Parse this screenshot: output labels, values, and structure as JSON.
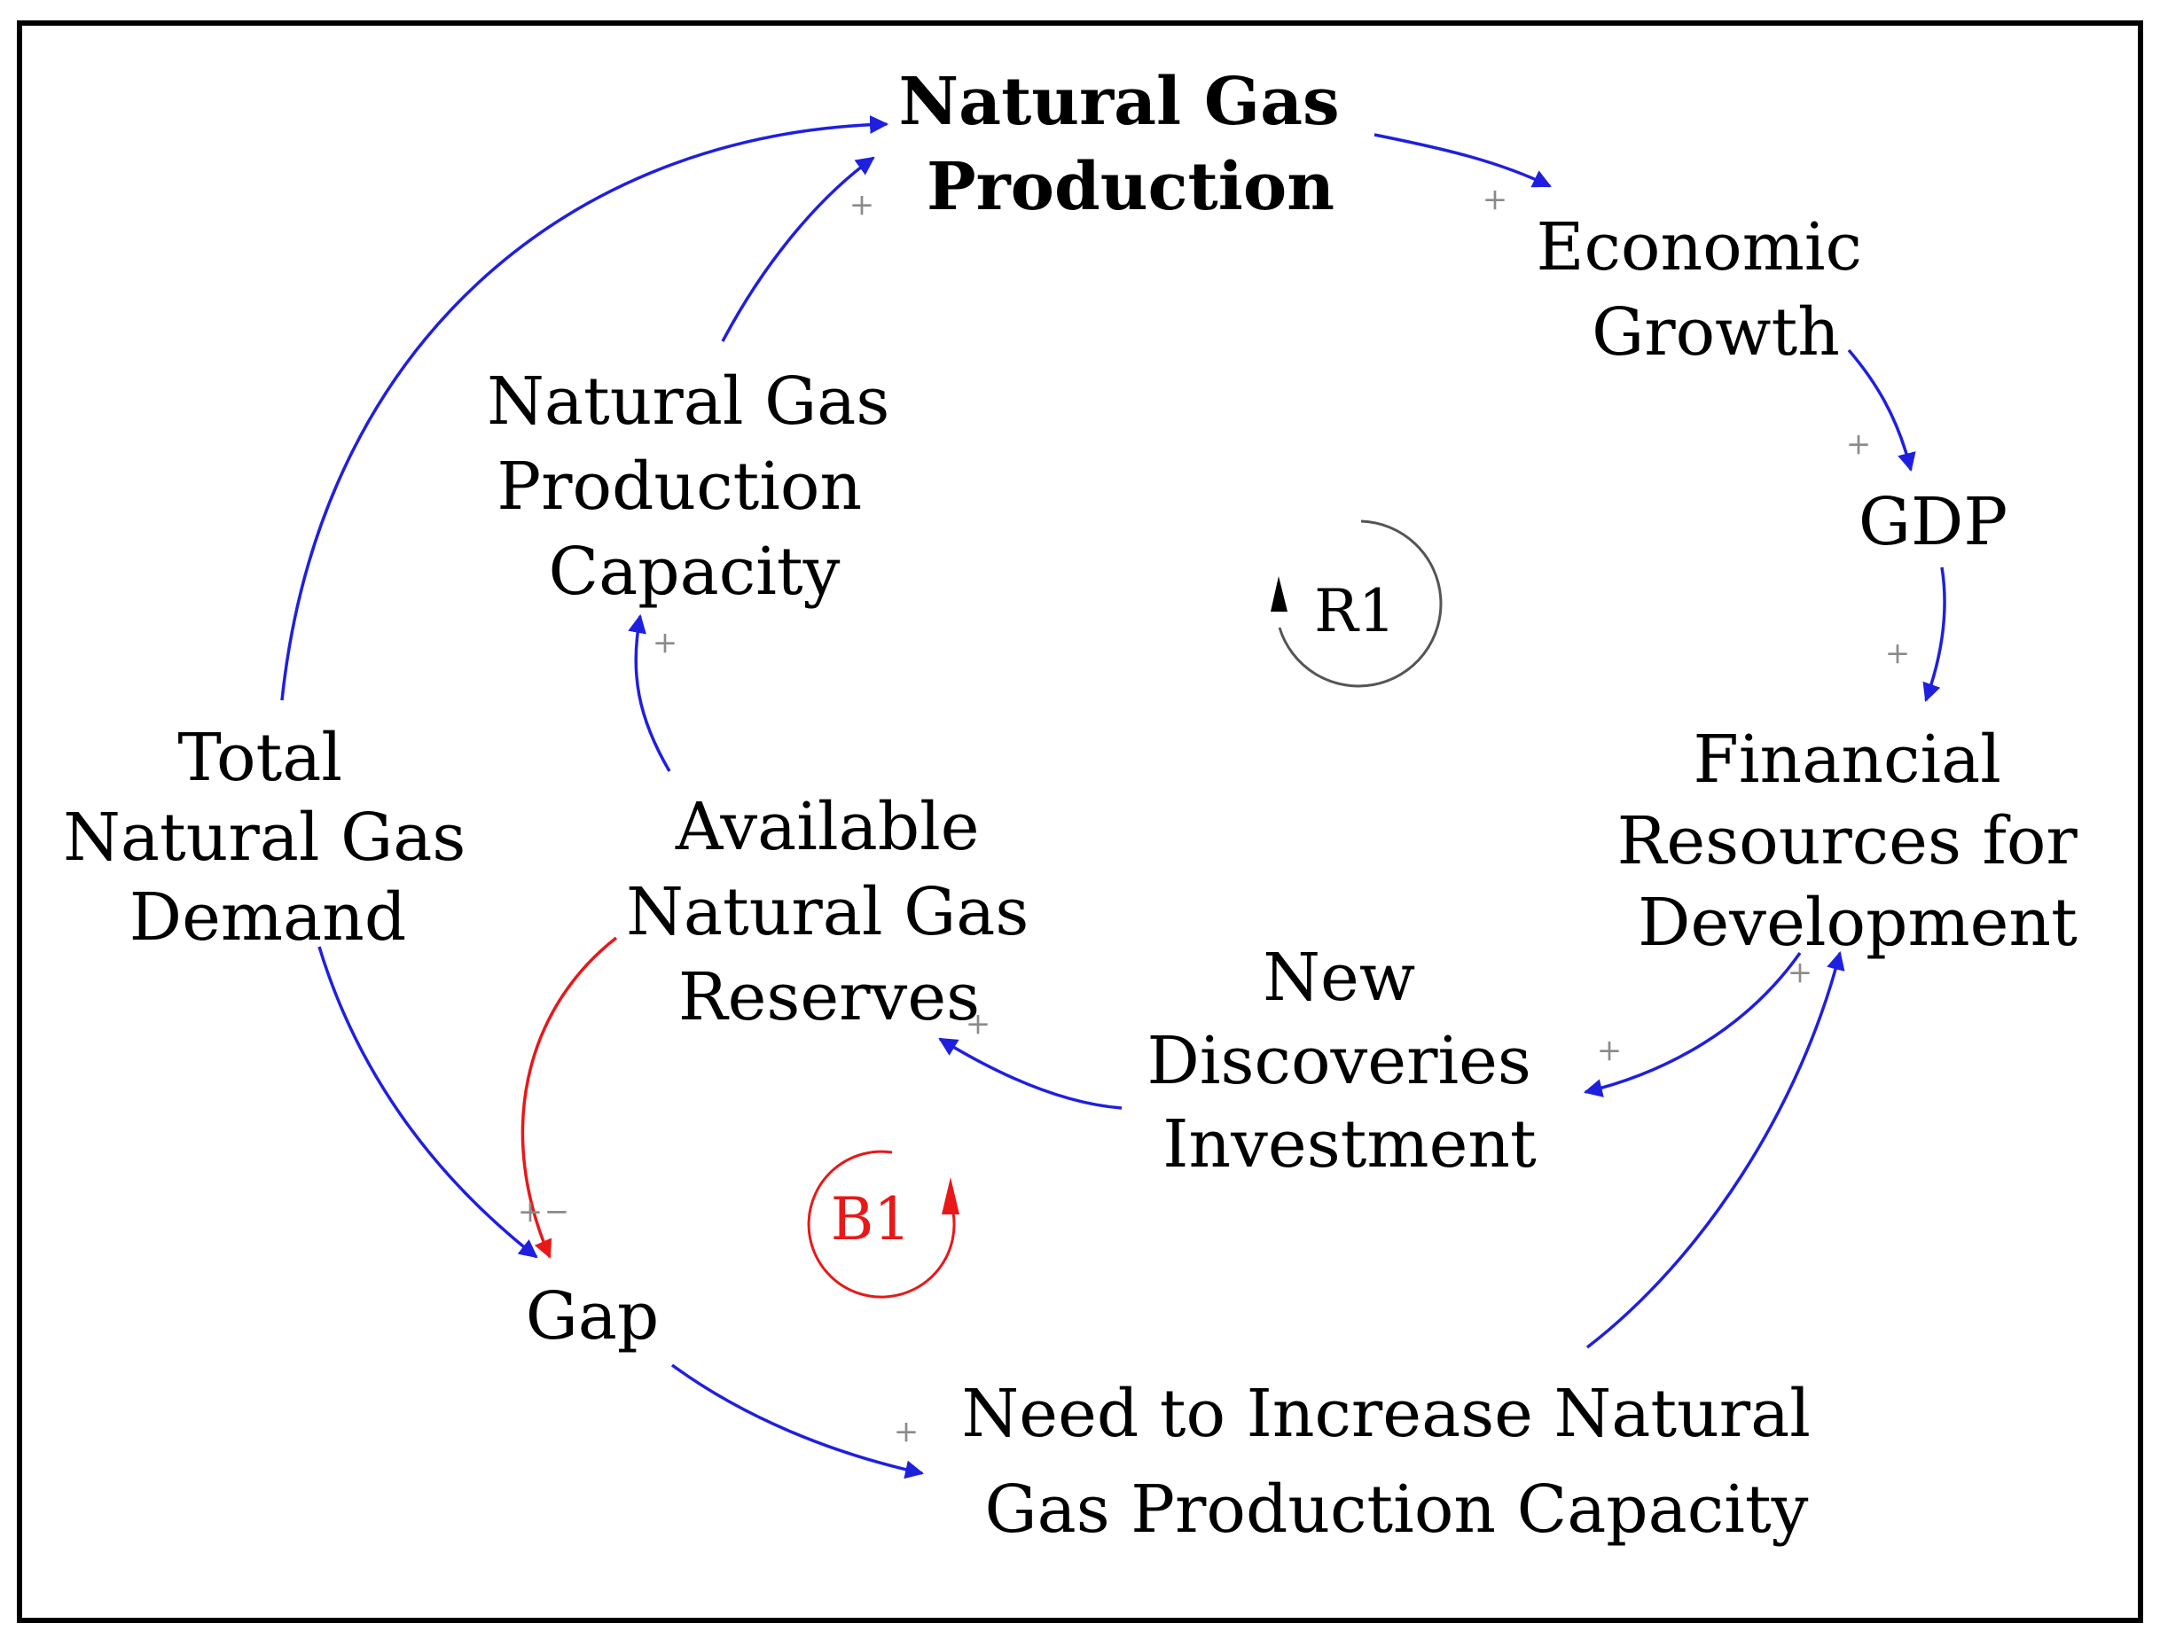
{
  "diagram": {
    "nodes": {
      "natural_gas_production": [
        "Natural Gas",
        "Production"
      ],
      "economic_growth": [
        "Economic",
        "Growth"
      ],
      "gdp": [
        "GDP"
      ],
      "financial_resources": [
        "Financial",
        "Resources for",
        "Development"
      ],
      "new_discoveries_investment": [
        "New",
        "Discoveries",
        "Investment"
      ],
      "available_reserves": [
        "Available",
        "Natural Gas",
        "Reserves"
      ],
      "production_capacity": [
        "Natural Gas",
        "Production",
        "Capacity"
      ],
      "total_demand": [
        "Total",
        "Natural Gas",
        "Demand"
      ],
      "gap": [
        "Gap"
      ],
      "need_to_increase": [
        "Need to Increase Natural",
        "Gas Production Capacity"
      ]
    },
    "loops": {
      "r1": "R1",
      "b1": "B1"
    },
    "signs": {
      "positive": "+",
      "negative": "−"
    },
    "colors": {
      "positive_link": "#1f1fe0",
      "negative_link": "#e81818",
      "reinforcing_loop": "#555555",
      "balancing_loop": "#e81818",
      "border": "#000000"
    }
  }
}
